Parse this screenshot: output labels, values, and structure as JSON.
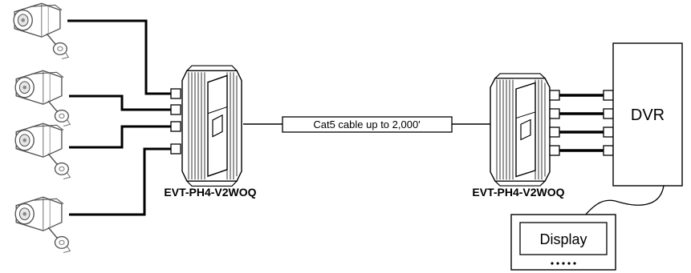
{
  "cameras": [
    {
      "id": "camera-1"
    },
    {
      "id": "camera-2"
    },
    {
      "id": "camera-3"
    },
    {
      "id": "camera-4"
    }
  ],
  "balun_left": {
    "label": "EVT-PH4-V2WOQ"
  },
  "balun_right": {
    "label": "EVT-PH4-V2WOQ"
  },
  "cable": {
    "label": "Cat5 cable up to 2,000′"
  },
  "dvr": {
    "label": "DVR"
  },
  "display": {
    "label": "Display"
  },
  "colors": {
    "line": "#000000",
    "device_fill": "#ffffff",
    "camera_stroke": "#555555"
  }
}
